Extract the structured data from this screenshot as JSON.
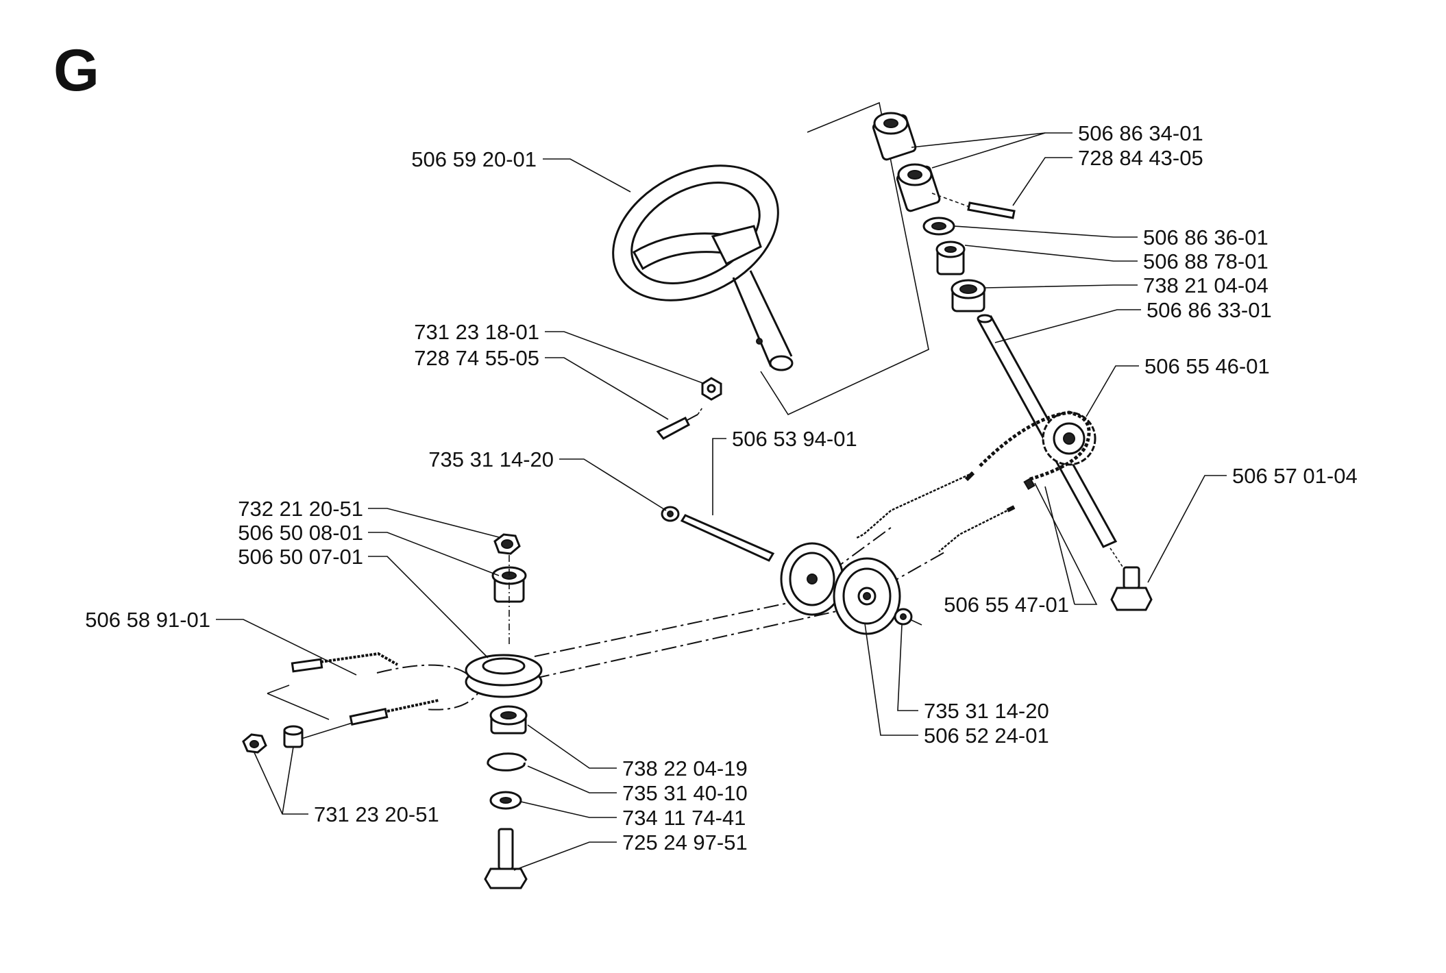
{
  "section_letter": "G",
  "labels": {
    "steering_wheel": "506 59 20-01",
    "nut_top": "731 23 18-01",
    "screw_top": "728 74 55-05",
    "collar_pair": "506 86 34-01",
    "set_screw": "728 84 43-05",
    "washer_upper": "506 86 36-01",
    "bushing_upper": "506 88 78-01",
    "bearing_upper": "738 21 04-04",
    "steering_shaft": "506 86 33-01",
    "sprocket_chain": "506 55 46-01",
    "bolt_right": "506 57 01-04",
    "axle_pin": "506 53 94-01",
    "washer_pin": "735 31 14-20",
    "nut_left": "732 21 20-51",
    "bushing_left": "506 50 08-01",
    "pulley_left": "506 50 07-01",
    "cable_left": "506 58 91-01",
    "cable_right": "506 55 47-01",
    "washer_pulley": "735 31 14-20",
    "pulley_pair": "506 52 24-01",
    "bearing_lower": "738 22 04-19",
    "circlip": "735 31 40-10",
    "washer_lower": "734 11 74-41",
    "bolt_lower": "725 24 97-51",
    "nut_pair": "731 23 20-51"
  }
}
